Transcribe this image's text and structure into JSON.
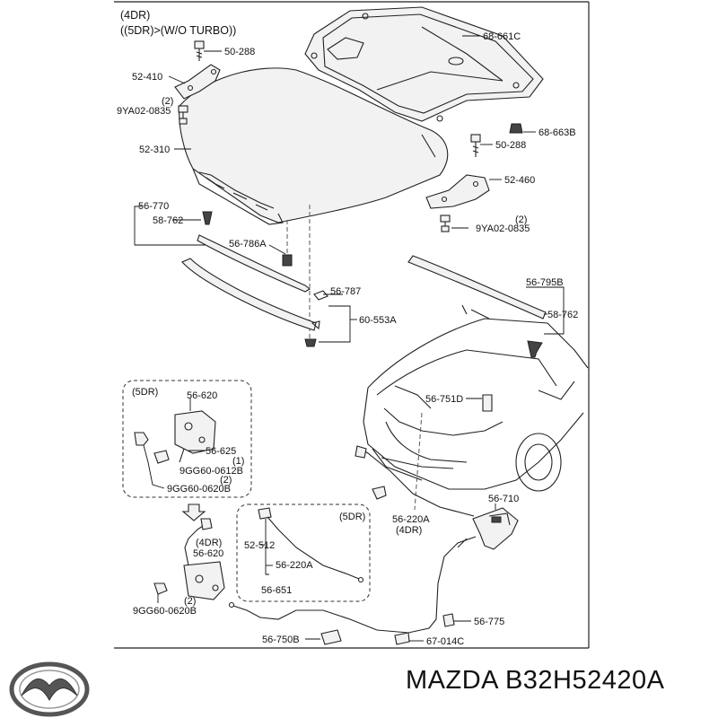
{
  "header": {
    "line1": "(4DR)",
    "line2": "((5DR)>(W/O TURBO))"
  },
  "parts": {
    "p1": "50-288",
    "p2": "52-410",
    "p3_qty": "(2)",
    "p3": "9YA02-0835",
    "p4": "52-310",
    "p5": "68-661C",
    "p6": "68-663B",
    "p7": "50-288",
    "p8": "52-460",
    "p9_qty": "(2)",
    "p9": "9YA02-0835",
    "p10": "56-770",
    "p11": "58-762",
    "p12": "56-786A",
    "p13": "56-787",
    "p14": "60-553A",
    "p15": "56-795B",
    "p16": "58-762",
    "p17": "56-751D",
    "p18": "56-710",
    "p19": "56-220A",
    "p19_note": "(4DR)",
    "p20": "56-775",
    "p21": "67-014C",
    "p22": "56-750B"
  },
  "box5dr_left": {
    "tag": "(5DR)",
    "p1": "56-620",
    "p2": "56-625",
    "p3_qty": "(1)",
    "p3": "9GG60-0612B",
    "p4_qty": "(2)",
    "p4": "9GG60-0620B"
  },
  "box4dr": {
    "tag": "(4DR)",
    "p1": "56-620",
    "p2_qty": "(2)",
    "p2": "9GG60-0620B"
  },
  "box5dr_right": {
    "tag": "(5DR)",
    "p1": "52-512",
    "p2": "56-220A",
    "p3": "56-651"
  },
  "brand": {
    "name": "MAZDA B32H52420A"
  }
}
